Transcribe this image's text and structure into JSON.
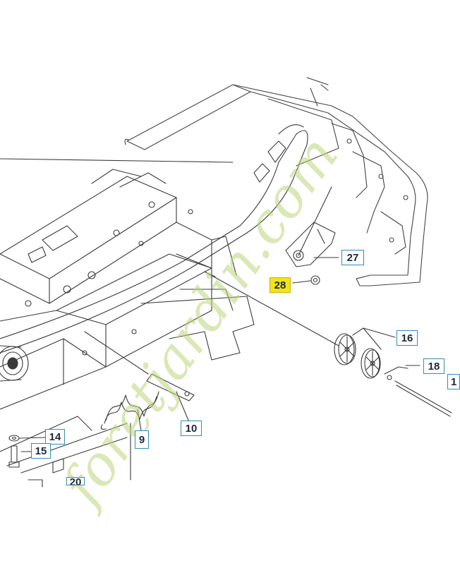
{
  "diagram": {
    "callouts": [
      {
        "id": "c27",
        "label": "27",
        "highlighted": false
      },
      {
        "id": "c28",
        "label": "28",
        "highlighted": true
      },
      {
        "id": "c16",
        "label": "16",
        "highlighted": false
      },
      {
        "id": "c18",
        "label": "18",
        "highlighted": false
      },
      {
        "id": "c14",
        "label": "14",
        "highlighted": false
      },
      {
        "id": "c15",
        "label": "15",
        "highlighted": false
      },
      {
        "id": "c9",
        "label": "9",
        "highlighted": false
      },
      {
        "id": "c10",
        "label": "10",
        "highlighted": false
      },
      {
        "id": "c1",
        "label": "1",
        "highlighted": false
      },
      {
        "id": "c20",
        "label": "20",
        "highlighted": false
      }
    ],
    "watermark_text": "foretjardin.com",
    "colors": {
      "line": "#3a3a3a",
      "callout_border": "#2f8fb5",
      "highlight": "#f4e21a",
      "watermark_green": "#b9d67a",
      "watermark_orange": "#f2b066"
    }
  }
}
